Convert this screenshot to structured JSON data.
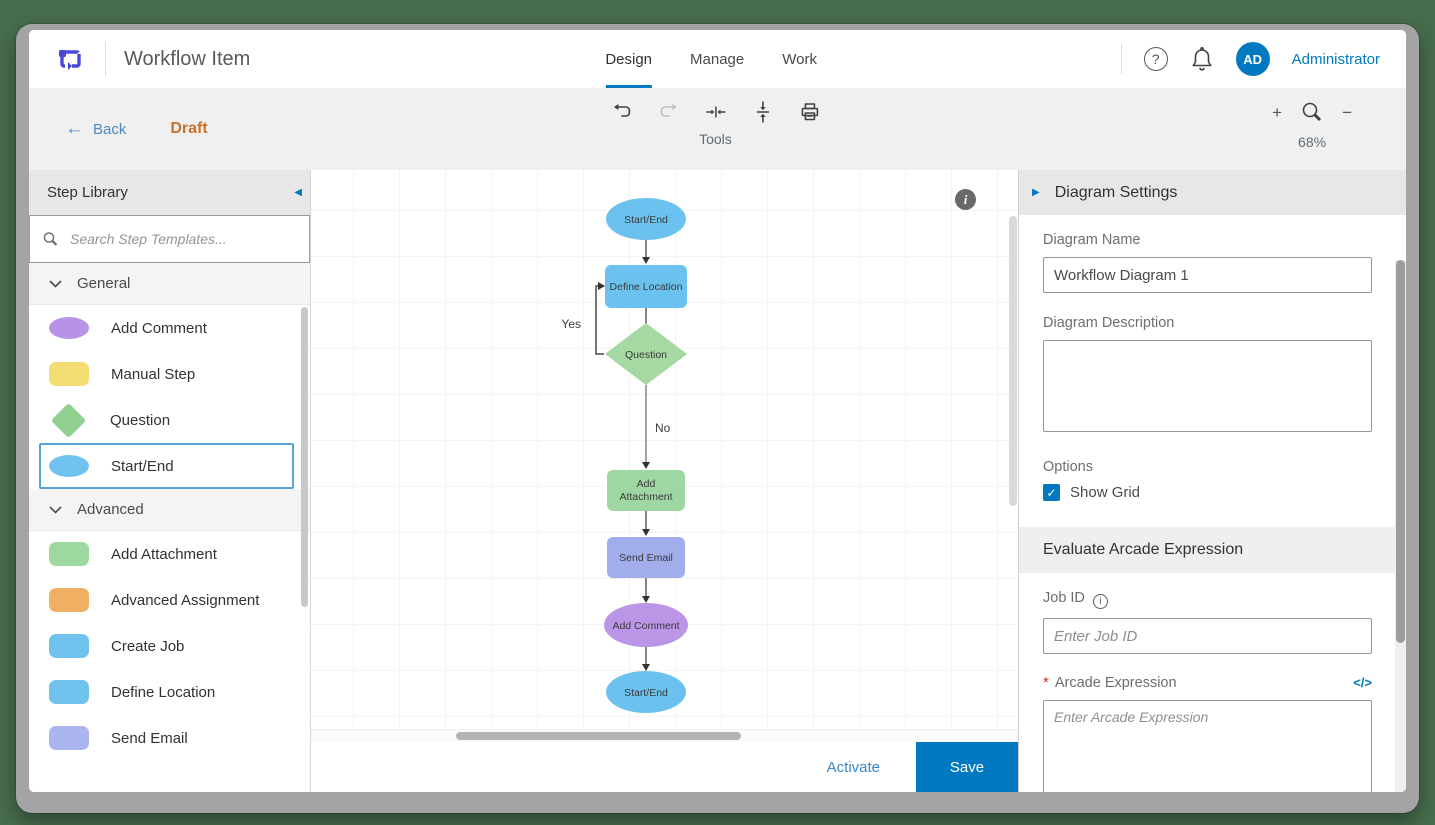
{
  "header": {
    "app_title": "Workflow Item",
    "tabs": [
      {
        "label": "Design",
        "active": true
      },
      {
        "label": "Manage",
        "active": false
      },
      {
        "label": "Work",
        "active": false
      }
    ],
    "user_initials": "AD",
    "user_name": "Administrator",
    "help_glyph": "?"
  },
  "toolbar": {
    "back_arrow_glyph": "←",
    "back_label": "Back",
    "status_label": "Draft",
    "group_label": "Tools",
    "zoom_in_glyph": "+",
    "zoom_out_glyph": "−",
    "zoom_percent": "68%"
  },
  "step_library": {
    "title": "Step Library",
    "collapse_glyph": "◀",
    "search_placeholder": "Search Step Templates...",
    "sections": [
      {
        "label": "General",
        "items": [
          {
            "label": "Add Comment",
            "shape": "ellipse",
            "color": "#b793e6"
          },
          {
            "label": "Manual Step",
            "shape": "rounded-rect",
            "color": "#f3dc72"
          },
          {
            "label": "Question",
            "shape": "diamond",
            "color": "#90d192"
          },
          {
            "label": "Start/End",
            "shape": "ellipse",
            "color": "#70c3ee",
            "selected": true
          }
        ]
      },
      {
        "label": "Advanced",
        "items": [
          {
            "label": "Add Attachment",
            "shape": "rounded-rect",
            "color": "#9ed8a1"
          },
          {
            "label": "Advanced Assignment",
            "shape": "rounded-rect",
            "color": "#f0b063"
          },
          {
            "label": "Create Job",
            "shape": "rounded-rect",
            "color": "#70c3ee"
          },
          {
            "label": "Define Location",
            "shape": "rounded-rect",
            "color": "#70c3ee"
          },
          {
            "label": "Send Email",
            "shape": "rounded-rect",
            "color": "#abb6f0"
          }
        ]
      }
    ]
  },
  "diagram": {
    "info_glyph": "i",
    "nodes": [
      {
        "id": "start",
        "label": "Start/End",
        "shape": "ellipse",
        "color": "#6cc2ee"
      },
      {
        "id": "define-location",
        "label": "Define Location",
        "shape": "rect",
        "color": "#6cc2ee"
      },
      {
        "id": "question",
        "label": "Question",
        "shape": "diamond",
        "color": "#a6d8a2"
      },
      {
        "id": "add-attachment",
        "label_line1": "Add",
        "label_line2": "Attachment",
        "shape": "rect",
        "color": "#9fd7a3"
      },
      {
        "id": "send-email",
        "label": "Send Email",
        "shape": "rect",
        "color": "#a2adeb"
      },
      {
        "id": "add-comment",
        "label": "Add Comment",
        "shape": "ellipse",
        "color": "#bb95e6"
      },
      {
        "id": "end",
        "label": "Start/End",
        "shape": "ellipse",
        "color": "#6cc2ee"
      }
    ],
    "edge_labels": {
      "yes": "Yes",
      "no": "No"
    }
  },
  "settings_panel": {
    "collapse_glyph": "▶",
    "title": "Diagram Settings",
    "diagram_name_label": "Diagram Name",
    "diagram_name_value": "Workflow Diagram 1",
    "diagram_description_label": "Diagram Description",
    "options_label": "Options",
    "show_grid_label": "Show Grid",
    "show_grid_checked": true,
    "check_glyph": "✓",
    "arcade_section_title": "Evaluate Arcade Expression",
    "job_id_label": "Job ID",
    "job_id_info_glyph": "i",
    "job_id_placeholder": "Enter Job ID",
    "arcade_required_mark": "*",
    "arcade_expression_label": "Arcade Expression",
    "code_icon_glyph": "</>",
    "arcade_expression_placeholder": "Enter Arcade Expression"
  },
  "footer": {
    "activate_label": "Activate",
    "save_label": "Save"
  },
  "colors": {
    "accent_blue": "#0079c1",
    "draft_orange": "#c9722e",
    "logo_indigo": "#4849d8",
    "selection_border": "#56a5d8",
    "frame_grey": "#a4a4a4",
    "background_green": "#486e4d"
  }
}
